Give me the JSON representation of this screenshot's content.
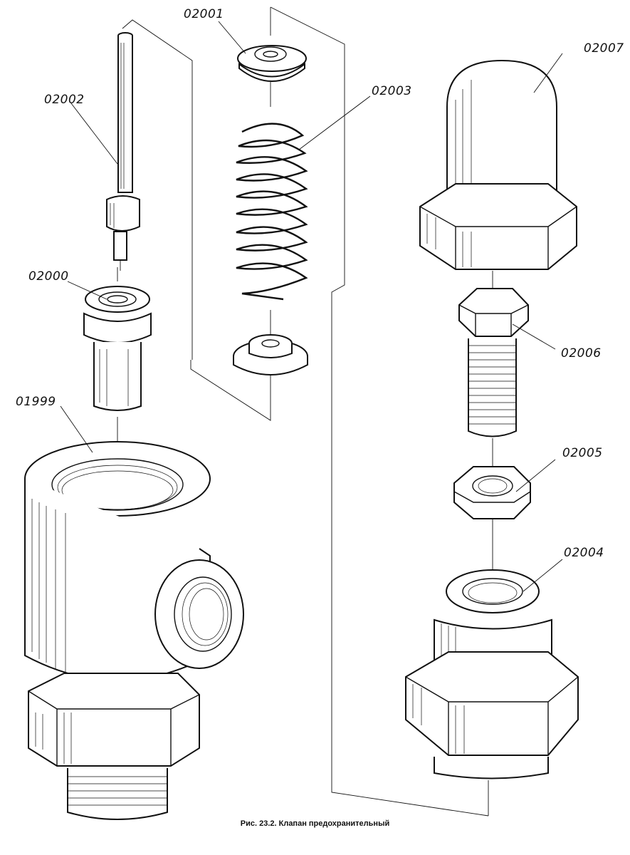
{
  "parts": [
    {
      "id": "p02001",
      "label": "02001"
    },
    {
      "id": "p02002",
      "label": "02002"
    },
    {
      "id": "p02003",
      "label": "02003"
    },
    {
      "id": "p02007",
      "label": "02007"
    },
    {
      "id": "p02000",
      "label": "02000"
    },
    {
      "id": "p02006",
      "label": "02006"
    },
    {
      "id": "p01999",
      "label": "01999"
    },
    {
      "id": "p02005",
      "label": "02005"
    },
    {
      "id": "p02004",
      "label": "02004"
    }
  ],
  "caption": "Рис. 23.2. Клапан предохранительный"
}
